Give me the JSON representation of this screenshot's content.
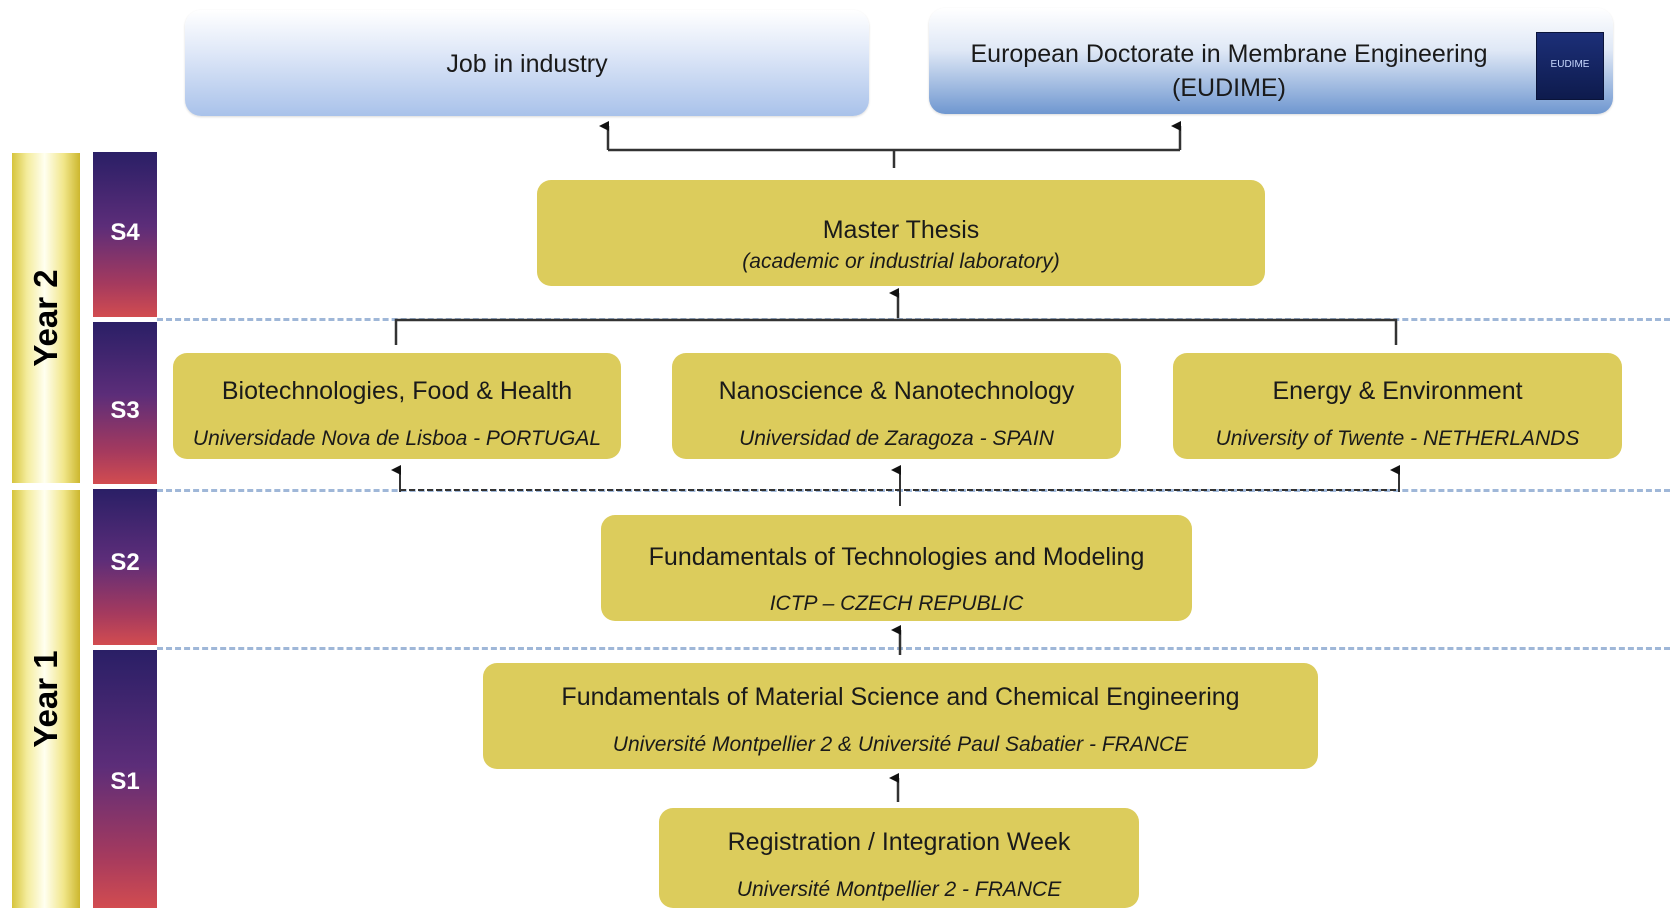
{
  "years": [
    {
      "label": "Year 2"
    },
    {
      "label": "Year 1"
    }
  ],
  "semesters": [
    {
      "label": "S4"
    },
    {
      "label": "S3"
    },
    {
      "label": "S2"
    },
    {
      "label": "S1"
    }
  ],
  "outcomes": {
    "job": {
      "title": "Job in industry"
    },
    "eudime": {
      "title": "European Doctorate in Membrane Engineering",
      "subtitle": "(EUDIME)",
      "logo_text": "EUDIME"
    }
  },
  "thesis": {
    "title": "Master Thesis",
    "subtitle": "(academic or industrial laboratory)"
  },
  "specializations": [
    {
      "title": "Biotechnologies, Food & Health",
      "subtitle": "Universidade Nova de Lisboa - PORTUGAL"
    },
    {
      "title": "Nanoscience & Nanotechnology",
      "subtitle": "Universidad de Zaragoza - SPAIN"
    },
    {
      "title": "Energy & Environment",
      "subtitle": "University of Twente - NETHERLANDS"
    }
  ],
  "fundamentals_tech": {
    "title": "Fundamentals of Technologies and Modeling",
    "subtitle": "ICTP – CZECH REPUBLIC"
  },
  "fundamentals_material": {
    "title": "Fundamentals of Material Science and Chemical Engineering",
    "subtitle": "Université Montpellier 2  & Université Paul Sabatier - FRANCE"
  },
  "registration": {
    "title": "Registration / Integration Week",
    "subtitle": "Université Montpellier 2 - FRANCE"
  },
  "colors": {
    "box_fill": "#dccc5c",
    "semester_gradient_top": "#2a1f66",
    "semester_gradient_bottom": "#d24c50",
    "year_bar": "#e8dc6a",
    "divider": "#9fb7d8",
    "outcome_gradient_top": "#ffffff",
    "outcome_gradient_bottom": "#8fb2e0"
  }
}
